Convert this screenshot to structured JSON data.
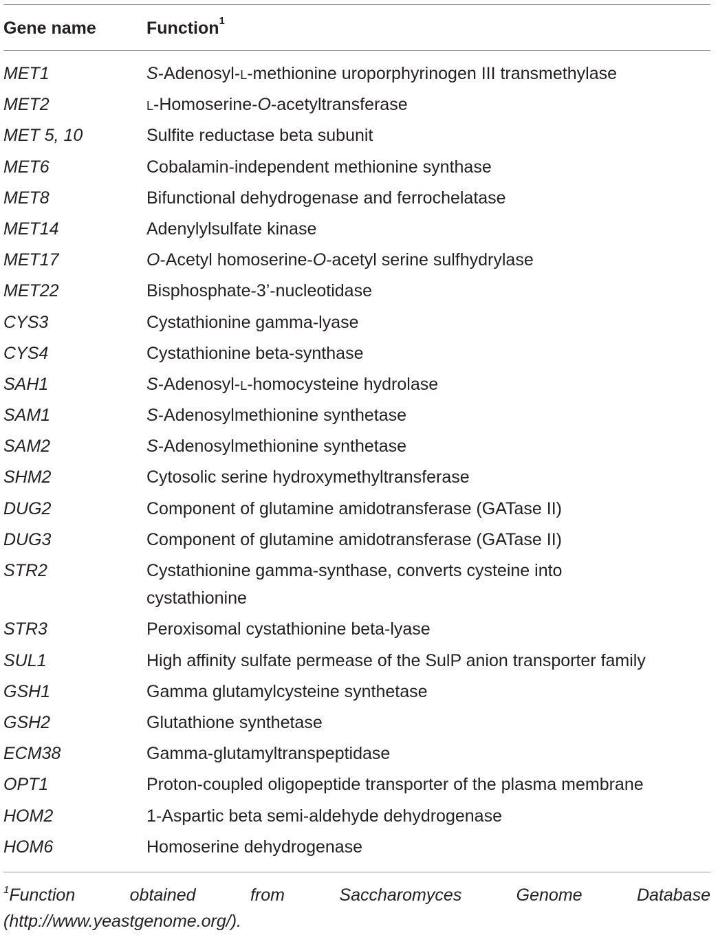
{
  "table": {
    "header": {
      "gene_label": "Gene name",
      "function_label": "Function",
      "function_footnote_marker": "1"
    },
    "rows": [
      {
        "gene": "MET1",
        "function": [
          {
            "t": "S",
            "i": true
          },
          {
            "t": "-Adenosyl-"
          },
          {
            "t": "l",
            "sc": true
          },
          {
            "t": "-methionine uroporphyrinogen III transmethylase"
          }
        ]
      },
      {
        "gene": "MET2",
        "function": [
          {
            "t": "l",
            "sc": true
          },
          {
            "t": "-Homoserine-"
          },
          {
            "t": "O",
            "i": true
          },
          {
            "t": "-acetyltransferase"
          }
        ]
      },
      {
        "gene": "MET 5, 10",
        "function": [
          {
            "t": "Sulfite reductase beta subunit"
          }
        ]
      },
      {
        "gene": "MET6",
        "function": [
          {
            "t": "Cobalamin-independent methionine synthase"
          }
        ]
      },
      {
        "gene": "MET8",
        "function": [
          {
            "t": "Bifunctional dehydrogenase and ferrochelatase"
          }
        ]
      },
      {
        "gene": "MET14",
        "function": [
          {
            "t": "Adenylylsulfate kinase"
          }
        ]
      },
      {
        "gene": "MET17",
        "function": [
          {
            "t": "O",
            "i": true
          },
          {
            "t": "-Acetyl homoserine-"
          },
          {
            "t": "O",
            "i": true
          },
          {
            "t": "-acetyl serine sulfhydrylase"
          }
        ]
      },
      {
        "gene": "MET22",
        "function": [
          {
            "t": "Bisphosphate-3’-nucleotidase"
          }
        ]
      },
      {
        "gene": "CYS3",
        "function": [
          {
            "t": "Cystathionine gamma-lyase"
          }
        ]
      },
      {
        "gene": "CYS4",
        "function": [
          {
            "t": "Cystathionine beta-synthase"
          }
        ]
      },
      {
        "gene": "SAH1",
        "function": [
          {
            "t": "S",
            "i": true
          },
          {
            "t": "-Adenosyl-"
          },
          {
            "t": "l",
            "sc": true
          },
          {
            "t": "-homocysteine hydrolase"
          }
        ]
      },
      {
        "gene": "SAM1",
        "function": [
          {
            "t": "S",
            "i": true
          },
          {
            "t": "-Adenosylmethionine synthetase"
          }
        ]
      },
      {
        "gene": "SAM2",
        "function": [
          {
            "t": "S",
            "i": true
          },
          {
            "t": "-Adenosylmethionine synthetase"
          }
        ]
      },
      {
        "gene": "SHM2",
        "function": [
          {
            "t": "Cytosolic serine hydroxymethyltransferase"
          }
        ]
      },
      {
        "gene": "DUG2",
        "function": [
          {
            "t": "Component of glutamine amidotransferase (GATase II)"
          }
        ]
      },
      {
        "gene": "DUG3",
        "function": [
          {
            "t": "Component of glutamine amidotransferase (GATase II)"
          }
        ]
      },
      {
        "gene": "STR2",
        "tall": true,
        "function": [
          {
            "t": "Cystathionine gamma-synthase, converts cysteine into cystathionine"
          }
        ]
      },
      {
        "gene": "STR3",
        "function": [
          {
            "t": "Peroxisomal cystathionine beta-lyase"
          }
        ]
      },
      {
        "gene": "SUL1",
        "function": [
          {
            "t": "High affinity sulfate permease of the SulP anion transporter family"
          }
        ]
      },
      {
        "gene": "GSH1",
        "function": [
          {
            "t": "Gamma glutamylcysteine synthetase"
          }
        ]
      },
      {
        "gene": "GSH2",
        "function": [
          {
            "t": "Glutathione synthetase"
          }
        ]
      },
      {
        "gene": "ECM38",
        "function": [
          {
            "t": "Gamma-glutamyltranspeptidase"
          }
        ]
      },
      {
        "gene": "OPT1",
        "function": [
          {
            "t": "Proton-coupled oligopeptide transporter of the plasma membrane"
          }
        ]
      },
      {
        "gene": "HOM2",
        "function": [
          {
            "t": "1-Aspartic beta semi-aldehyde dehydrogenase"
          }
        ]
      },
      {
        "gene": "HOM6",
        "function": [
          {
            "t": "Homoserine dehydrogenase"
          }
        ]
      }
    ]
  },
  "footnote": {
    "marker": "1",
    "line1": "Function obtained from Saccharomyces Genome Database",
    "line2": "(http://www.yeastgenome.org/)."
  }
}
